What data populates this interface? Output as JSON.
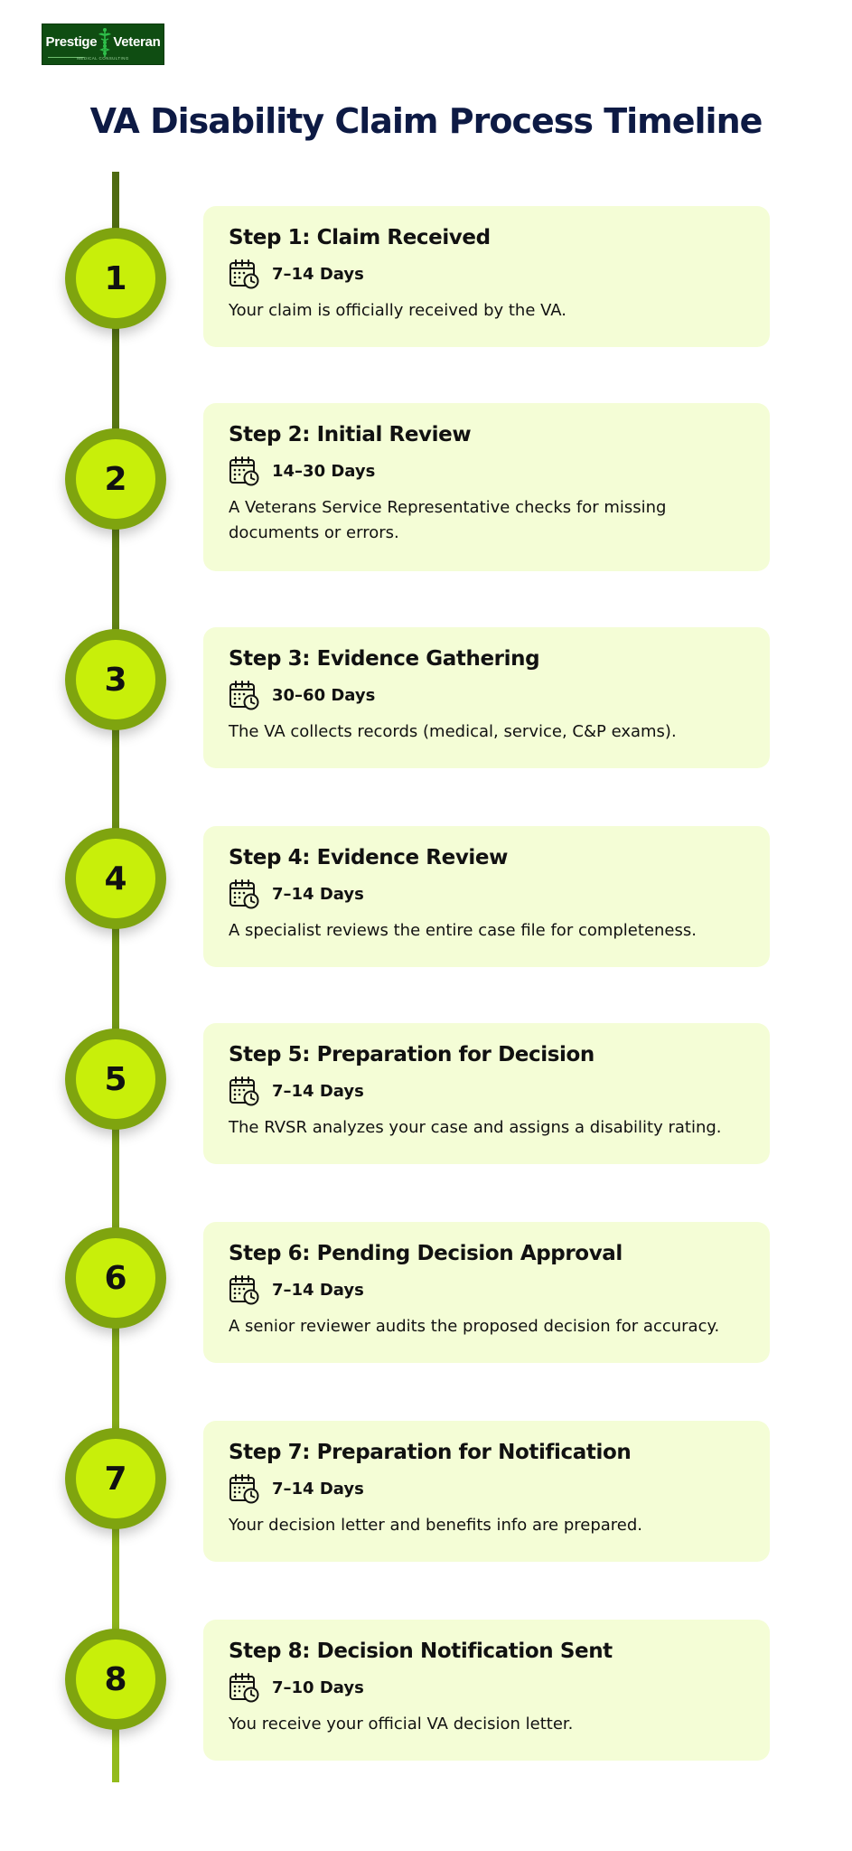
{
  "logo": {
    "word_left": "Prestige",
    "word_right": "Veteran",
    "tagline": "MEDICAL CONSULTING"
  },
  "title": "VA Disability Claim Process Timeline",
  "colors": {
    "title": "#0d1a44",
    "marker_outer": "#7fa40f",
    "marker_inner": "#c8ef0a",
    "card_bg": "#f4fdd6",
    "logo_bg": "#0f4d12"
  },
  "steps": [
    {
      "number": "1",
      "title": "Step 1: Claim Received",
      "duration": "7–14 Days",
      "description": "Your claim is officially received by the VA."
    },
    {
      "number": "2",
      "title": "Step 2: Initial Review",
      "duration": "14–30 Days",
      "description": "A Veterans Service Representative checks for missing documents or errors."
    },
    {
      "number": "3",
      "title": "Step 3: Evidence Gathering",
      "duration": "30–60 Days",
      "description": "The VA collects records (medical, service, C&P exams)."
    },
    {
      "number": "4",
      "title": "Step 4: Evidence Review",
      "duration": "7–14 Days",
      "description": "A specialist reviews the entire case file for completeness."
    },
    {
      "number": "5",
      "title": "Step 5: Preparation for Decision",
      "duration": "7–14 Days",
      "description": "The RVSR analyzes your case and assigns a disability rating."
    },
    {
      "number": "6",
      "title": "Step 6: Pending Decision Approval",
      "duration": "7–14 Days",
      "description": "A senior reviewer audits the proposed decision for accuracy."
    },
    {
      "number": "7",
      "title": "Step 7: Preparation for Notification",
      "duration": "7–14 Days",
      "description": "Your decision letter and benefits info are prepared."
    },
    {
      "number": "8",
      "title": "Step 8: Decision Notification Sent",
      "duration": "7–10 Days",
      "description": "You receive your official VA decision letter."
    }
  ],
  "icons": {
    "duration": "calendar-clock-icon",
    "logo": "caduceus-icon"
  }
}
